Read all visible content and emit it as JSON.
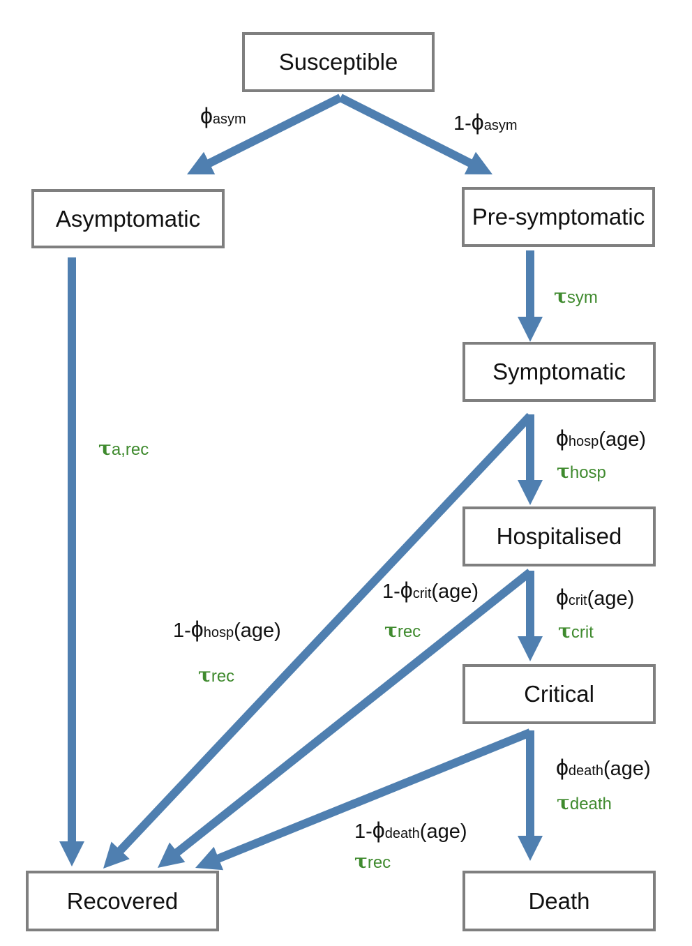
{
  "nodes": {
    "susceptible": "Susceptible",
    "asymptomatic": "Asymptomatic",
    "presymptomatic": "Pre-symptomatic",
    "symptomatic": "Symptomatic",
    "hospitalised": "Hospitalised",
    "critical": "Critical",
    "recovered": "Recovered",
    "death": "Death"
  },
  "symbols": {
    "phi": "ϕ",
    "tau": "τ",
    "one_minus": "1-"
  },
  "edges": {
    "s_to_asym": {
      "sub": "asym"
    },
    "s_to_presym": {
      "sub": "asym"
    },
    "asym_to_rec": {
      "tau_sub": "a,rec"
    },
    "presym_to_sym": {
      "tau_sub": "sym"
    },
    "sym_to_hosp": {
      "sub": "hosp",
      "suffix": "(age)",
      "tau_sub": "hosp"
    },
    "sym_to_rec": {
      "sub": "hosp",
      "suffix": "(age)",
      "tau_sub": "rec"
    },
    "hosp_to_crit": {
      "sub": "crit",
      "suffix": "(age)",
      "tau_sub": "crit"
    },
    "hosp_to_rec": {
      "sub": "crit",
      "suffix": "(age)",
      "tau_sub": "rec"
    },
    "crit_to_death": {
      "sub": "death",
      "suffix": "(age)",
      "tau_sub": "death"
    },
    "crit_to_rec": {
      "sub": "death",
      "suffix": "(age)",
      "tau_sub": "rec"
    }
  },
  "colors": {
    "arrow": "#4f7fb0",
    "rate_text": "#3f8a2e",
    "box_border": "#7f7f7f",
    "text": "#111111"
  }
}
